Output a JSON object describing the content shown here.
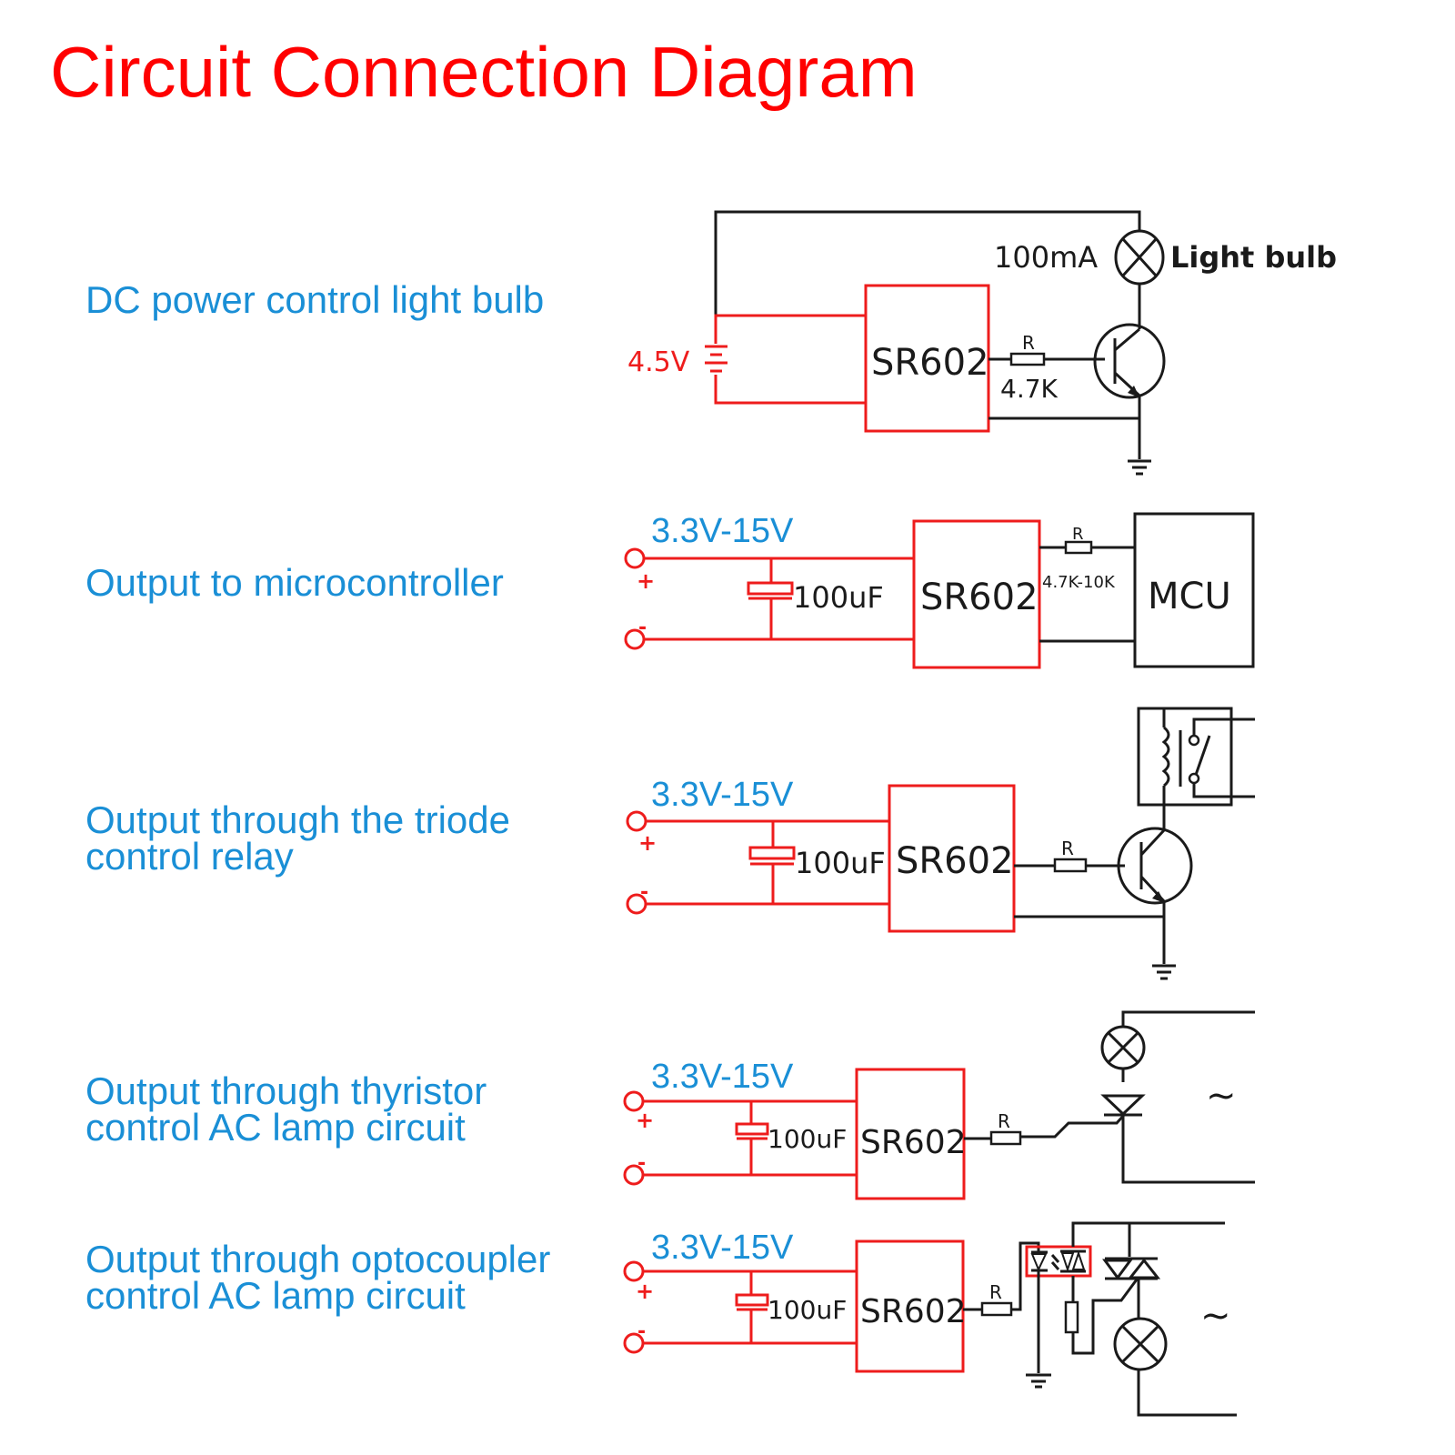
{
  "title": "Circuit Connection Diagram",
  "colors": {
    "title": "#ff0000",
    "description": "#1a8fd6",
    "power_wiring": "#ee1c1c",
    "signal_wiring": "#1a1a1a"
  },
  "circuits": [
    {
      "description": [
        "DC power control light bulb"
      ],
      "module": "SR602",
      "supply": "4.5V",
      "resistor_label": "R",
      "resistor_value": "4.7K",
      "load_current": "100mA",
      "load_label": "Light bulb"
    },
    {
      "description": [
        "Output to microcontroller"
      ],
      "module": "SR602",
      "supply": "3.3V-15V",
      "capacitor": "100uF",
      "resistor_label": "R",
      "resistor_value": "4.7K-10K",
      "load_label": "MCU",
      "plus": "+",
      "minus": "-"
    },
    {
      "description": [
        "Output through the triode",
        "control relay"
      ],
      "module": "SR602",
      "supply": "3.3V-15V",
      "capacitor": "100uF",
      "resistor_label": "R",
      "plus": "+",
      "minus": "-"
    },
    {
      "description": [
        "Output through thyristor",
        "control AC lamp circuit"
      ],
      "module": "SR602",
      "supply": "3.3V-15V",
      "capacitor": "100uF",
      "resistor_label": "R",
      "ac_symbol": "~",
      "plus": "+",
      "minus": "-"
    },
    {
      "description": [
        "Output through optocoupler",
        "control AC lamp circuit"
      ],
      "module": "SR602",
      "supply": "3.3V-15V",
      "capacitor": "100uF",
      "resistor_label": "R",
      "ac_symbol": "~",
      "plus": "+",
      "minus": "-"
    }
  ]
}
